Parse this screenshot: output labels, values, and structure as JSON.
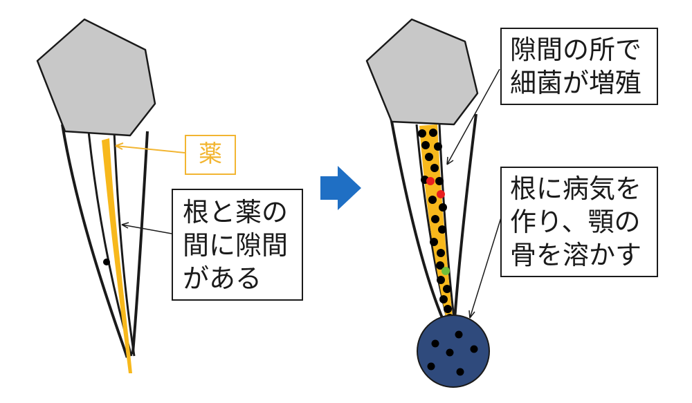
{
  "labels": {
    "medicine": "薬",
    "gap": [
      "根と薬の",
      "間に隙間",
      "がある"
    ],
    "bacteria": [
      "隙間の所で",
      "細菌が増殖"
    ],
    "disease": [
      "根に病気を",
      "作り、顎の",
      "骨を溶かす"
    ]
  },
  "colors": {
    "crown_fill": "#c8c8c8",
    "outline": "#1a1a1a",
    "medicine": "#f7b81c",
    "arrow": "#1f6fc4",
    "lesion": "#2f4a7c",
    "bacteria": "#000000",
    "bacteria_red": "#e81f1f",
    "bacteria_green": "#6fbf3a"
  },
  "icons": {
    "transition_arrow": "right-arrow-icon"
  }
}
